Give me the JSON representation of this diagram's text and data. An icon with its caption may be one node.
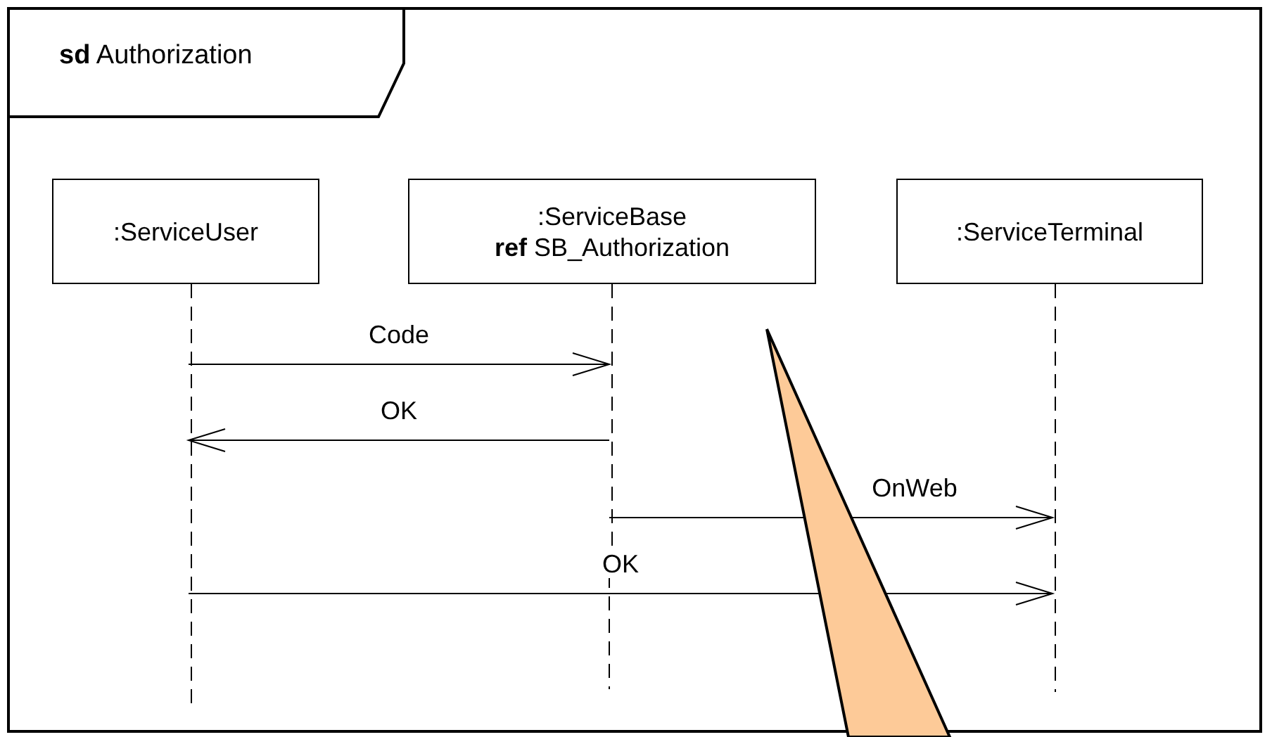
{
  "diagram": {
    "nodes": [
      {
        "text": [
          "**sd** Authorization"
        ]
      },
      {
        "text": [
          ":ServiceUser"
        ],
        "in": 0
      },
      {
        "text": [
          ":ServiceBase",
          "**ref** SB_Authorization"
        ],
        "in": 0
      },
      {
        "text": [
          ":ServiceTerminal"
        ],
        "in": 0
      }
    ],
    "edges": [
      {
        "from": 1,
        "to": 2,
        "arrow": "to",
        "label": "Code"
      },
      {
        "from": 2,
        "to": 1,
        "arrow": "to",
        "label": "OK"
      },
      {
        "from": 2,
        "to": 3,
        "arrow": "to",
        "label": "OnWeb"
      },
      {
        "from": 1,
        "to": 3,
        "arrow": "to",
        "label": "OK"
      }
    ]
  }
}
